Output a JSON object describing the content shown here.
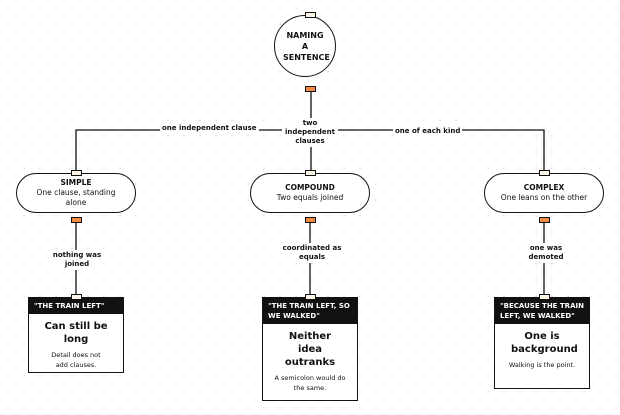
{
  "root": {
    "title": "NAMING A SENTENCE"
  },
  "edges": {
    "left": "one independent clause",
    "center": "two independent clauses",
    "right": "one of each kind",
    "simple_down": "nothing was joined",
    "compound_down": "coordinated as equals",
    "complex_down": "one was demoted"
  },
  "categories": [
    {
      "title": "SIMPLE",
      "subtitle": "One clause, standing alone"
    },
    {
      "title": "COMPOUND",
      "subtitle": "Two equals joined"
    },
    {
      "title": "COMPLEX",
      "subtitle": "One leans on the other"
    }
  ],
  "cards": [
    {
      "example": "\"THE TRAIN LEFT\"",
      "title": "Can still be long",
      "body": "Detail does not add clauses."
    },
    {
      "example": "\"THE TRAIN LEFT, SO WE WALKED\"",
      "title": "Neither idea outranks",
      "body": "A semicolon would do the same."
    },
    {
      "example": "\"BECAUSE THE TRAIN LEFT, WE WALKED\"",
      "title": "One is background",
      "body": "Walking is the point."
    }
  ],
  "colors": {
    "output_port": "#f08a44",
    "input_port": "#fdf6e8",
    "stroke": "#111111"
  }
}
